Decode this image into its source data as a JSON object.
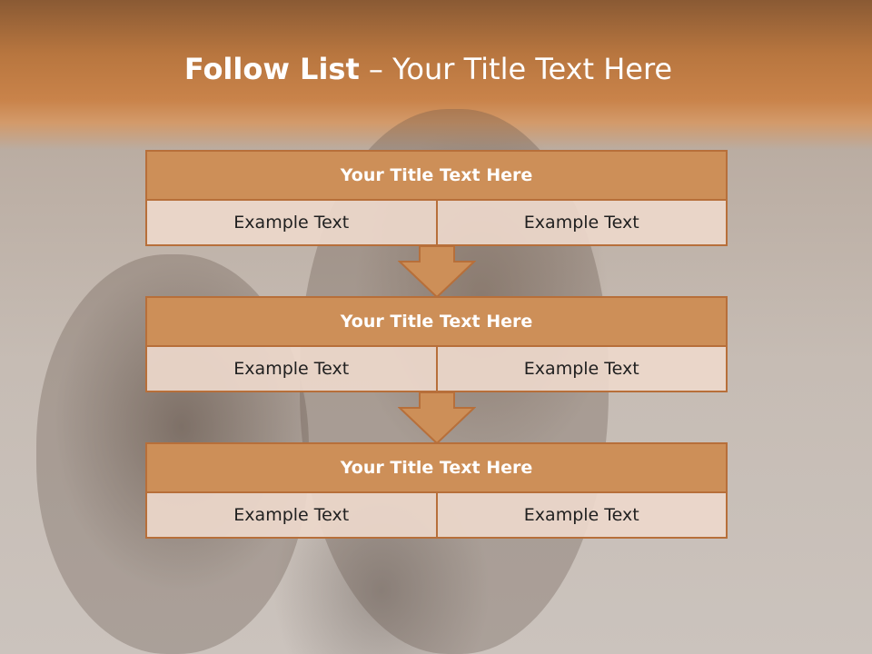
{
  "title": {
    "bold": "Follow List",
    "rest": " – Your Title Text Here"
  },
  "blocks": [
    {
      "header": "Your Title Text Here",
      "left": "Example Text",
      "right": "Example Text"
    },
    {
      "header": "Your Title Text Here",
      "left": "Example Text",
      "right": "Example Text"
    },
    {
      "header": "Your Title Text Here",
      "left": "Example Text",
      "right": "Example Text"
    }
  ],
  "colors": {
    "header_fill": "#cd8f58",
    "border": "#b76f3a",
    "cell_fill": "#edd8cb",
    "title_band": "#c9834a"
  },
  "icons": [
    "down-arrow-icon"
  ]
}
